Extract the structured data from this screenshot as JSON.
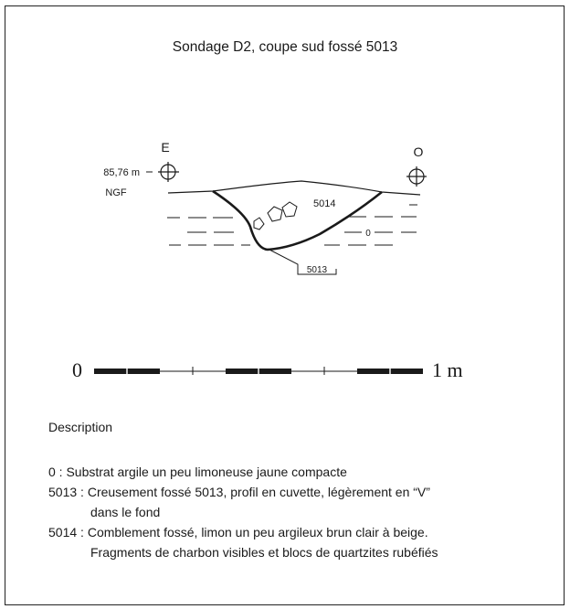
{
  "title": "Sondage D2, coupe sud fossé 5013",
  "section": {
    "east_label": "E",
    "west_label": "O",
    "elevation": "85,76 m",
    "datum": "NGF",
    "fill_label": "5014",
    "substrate_label": "0",
    "cut_label": "5013"
  },
  "scale": {
    "start": "0",
    "end": "1 m"
  },
  "description": {
    "heading": "Description",
    "entries": [
      {
        "key": "0 : ",
        "text": "Substrat argile un peu limoneuse jaune compacte",
        "cont": ""
      },
      {
        "key": "5013 : ",
        "text": "Creusement fossé 5013, profil en cuvette, légèrement en “V”",
        "cont": "dans le fond"
      },
      {
        "key": "5014 : ",
        "text": "Comblement fossé, limon un peu argileux brun clair à beige.",
        "cont": "Fragments de charbon visibles et blocs de quartzites rubéfiés"
      }
    ]
  }
}
